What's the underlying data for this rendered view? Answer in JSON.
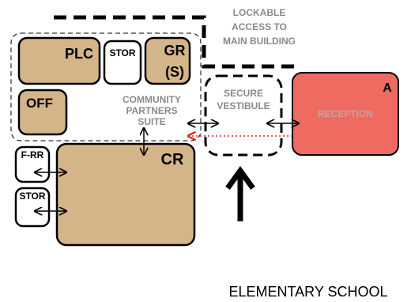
{
  "colors": {
    "room_fill": "#d4b489",
    "reception_fill": "#ef6b62",
    "stroke": "#000000",
    "gray_text": "#8a8a8a",
    "arrow_red": "#e0221a"
  },
  "rooms": {
    "plc": "PLC",
    "stor_top": "STOR",
    "gr_line1": "GR",
    "gr_line2": "(S)",
    "off": "OFF",
    "cr": "CR",
    "f_rr": "F-RR",
    "stor_bottom": "STOR",
    "reception_tag": "A",
    "reception": "RECEPTION"
  },
  "zones": {
    "community": [
      "COMMUNITY",
      "PARTNERS",
      "SUITE"
    ],
    "vestibule": [
      "SECURE",
      "VESTIBULE"
    ],
    "lockable": [
      "LOCKABLE",
      "ACCESS TO",
      "MAIN BUILDING"
    ]
  },
  "footer": {
    "school": "ELEMENTARY SCHOOL"
  },
  "icons": {
    "entry_arrow": "up-arrow-icon",
    "double_arrow": "double-arrow-icon",
    "red_arrow": "red-dotted-arrow-icon"
  }
}
